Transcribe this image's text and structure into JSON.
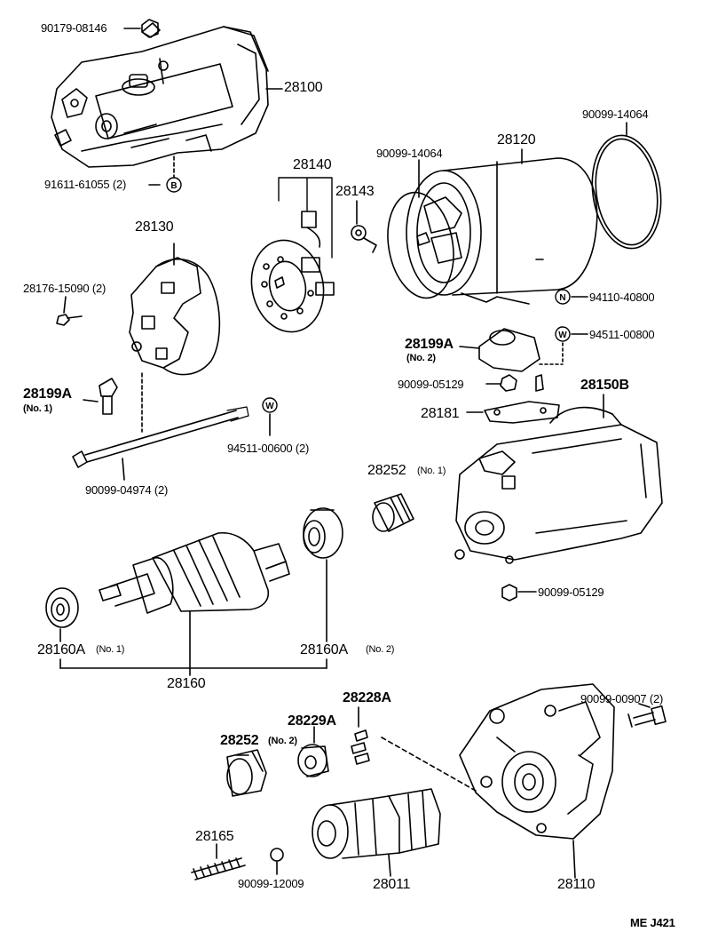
{
  "labels": {
    "bolt_top": "90179-08146",
    "starter_assembly": "28100",
    "bolt_b": "91611-61055 (2)",
    "o_ring_right": "90099-14064",
    "yoke": "28120",
    "o_ring_left": "90099-14064",
    "brush_holder": "28140",
    "brush_spring": "28143",
    "end_frame": "28130",
    "screw_2": "28176-15090 (2)",
    "washer_n": "94110-40800",
    "washer_w": "94511-00800",
    "terminal_no2": "28199A",
    "terminal_no2_sub": "(No. 2)",
    "terminal_no1": "28199A",
    "terminal_no1_sub": "(No. 1)",
    "nut_05129_top": "90099-05129",
    "terminal_plate": "28181",
    "magnetic_switch": "28150B",
    "washer_00600": "94511-00600 (2)",
    "through_bolt": "90099-04974 (2)",
    "gear_no1": "28252",
    "gear_no1_sub": "(No. 1)",
    "nut_05129_bottom": "90099-05129",
    "bearing_no1": "28160A",
    "bearing_no1_sub": "(No. 1)",
    "bearing_no2": "28160A",
    "bearing_no2_sub": "(No. 2)",
    "armature": "28160",
    "bolt_00907": "90099-00907 (2)",
    "retainer": "28228A",
    "idler": "28229A",
    "gear_no2": "28252",
    "gear_no2_sub": "(No. 2)",
    "spring": "28165",
    "ball": "90099-12009",
    "clutch": "28011",
    "housing": "28110",
    "drawing_code": "ME  J421"
  },
  "symbols": {
    "b_marker": "B",
    "n_marker": "N",
    "w_marker_1": "W",
    "w_marker_2": "W"
  }
}
